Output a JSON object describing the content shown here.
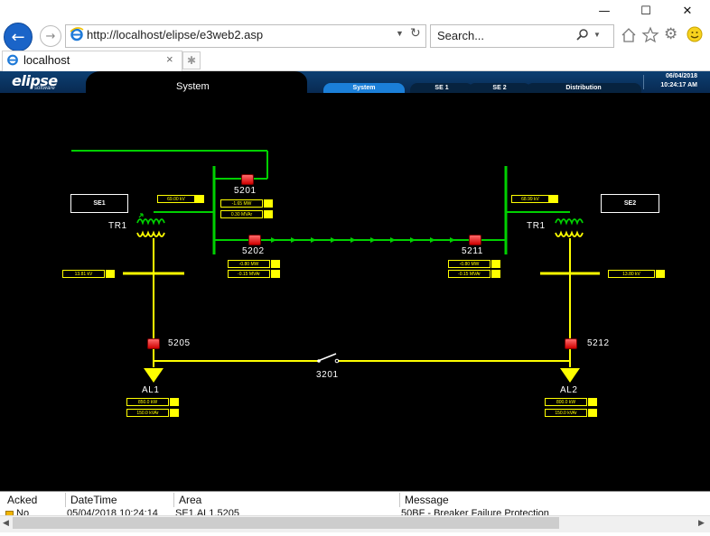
{
  "browser": {
    "url": "http://localhost/elipse/e3web2.asp",
    "search_placeholder": "Search...",
    "tab_title": "localhost",
    "tab_close": "×",
    "window_buttons": {
      "minimize": "—",
      "maximize": "☐",
      "close": "✕"
    },
    "icons": {
      "back": "back-arrow-icon",
      "forward": "forward-arrow-icon",
      "home": "home-icon",
      "favorites": "star-icon",
      "settings": "gear-icon",
      "smiley": "smiley-icon",
      "search": "search-icon",
      "refresh": "refresh-icon",
      "ie": "ie-logo-icon"
    }
  },
  "app": {
    "logo": "elipse",
    "logo_sub": "software",
    "screen_title": "System",
    "tabs": [
      "System",
      "SE 1",
      "SE 2",
      "Distribution"
    ],
    "active_tab": "System",
    "date": "06/04/2018",
    "time": "10:24:17 AM",
    "colors": {
      "header": "#0d3f72",
      "active_tab": "#1b7fd8",
      "bus_green": "#00d000",
      "feeder_yellow": "#ffff00",
      "breaker_red": "#e00000"
    }
  },
  "diagram": {
    "substations": {
      "left": "SE1",
      "right": "SE2"
    },
    "transformers": {
      "left": "TR1",
      "right": "TR1"
    },
    "breakers": {
      "b5201": "5201",
      "b5202": "5202",
      "b5211": "5211",
      "b5205": "5205",
      "b5212": "5212"
    },
    "switch": "3201",
    "loads": {
      "left": "AL1",
      "right": "AL2"
    },
    "measurements": {
      "se1_kv": "69.00 kV",
      "se2_kv": "68.99 kV",
      "b5201_mw": "-1.65 MW",
      "b5201_mvar": "0.30 MVAr",
      "b5202_mw": "-0.80 MW",
      "b5202_mvar": "-0.15 MVAr",
      "b5211_mw": "-0.80 MW",
      "b5211_mvar": "-0.15 MVAr",
      "left_bus_kv": "13.81 kV",
      "right_bus_kv": "13.80 kV",
      "al1_kw": "850.0 kW",
      "al1_kvar": "150.0 kVAr",
      "al2_kw": "800.0 kW",
      "al2_kvar": "150.0 kVAr"
    }
  },
  "alarms": {
    "columns": [
      "Acked",
      "DateTime",
      "Area",
      "Message"
    ],
    "rows": [
      {
        "acked": "No",
        "datetime": "05/04/2018 10:24:14",
        "area": "SE1.AL1.5205",
        "message": "50BF - Breaker Failure Protection"
      }
    ]
  }
}
